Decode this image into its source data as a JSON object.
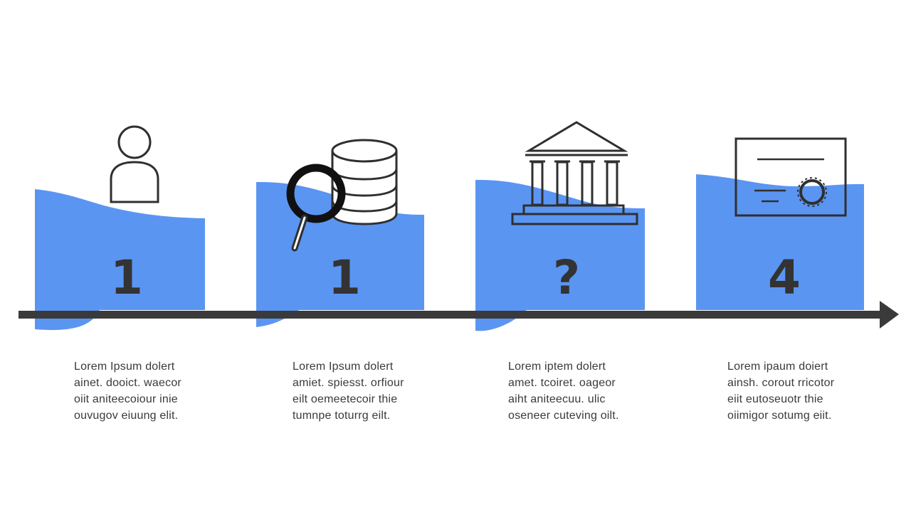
{
  "colors": {
    "block": "#5b95f2",
    "arrow": "#3a3a3a",
    "icon_stroke": "#2f2f2f",
    "text": "#3a3a3a"
  },
  "steps": [
    {
      "number": "1",
      "icon": "person-icon",
      "lines": [
        "Lorem Ipsum dolert",
        "ainet. dooict. waecor",
        "oiit aniteecoiour inie",
        "ouvugov eiuung elit."
      ]
    },
    {
      "number": "1",
      "icon": "database-search-icon",
      "lines": [
        "Lorem Ipsum dolert",
        "amiet. spiesst. orfiour",
        "eilt oemeetecoir thie",
        "tumnpe toturrg eilt."
      ]
    },
    {
      "number": "?",
      "icon": "bank-building-icon",
      "lines": [
        "Lorem iptem dolert",
        "amet. tcoiret. oageor",
        "aiht aniteecuu. ulic",
        "oseneer cuteving oilt."
      ]
    },
    {
      "number": "4",
      "icon": "certificate-icon",
      "lines": [
        "Lorem ipaum doiert",
        "ainsh. corout rricotor",
        "eiit eutoseuotr thie",
        "oiimigor sotumg eiit."
      ]
    }
  ]
}
